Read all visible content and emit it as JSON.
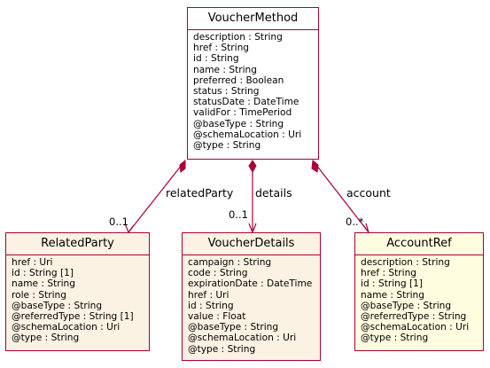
{
  "classes": {
    "voucher_method": {
      "name": "VoucherMethod",
      "attributes": [
        "description : String",
        "href : String",
        "id : String",
        "name : String",
        "preferred : Boolean",
        "status : String",
        "statusDate : DateTime",
        "validFor : TimePeriod",
        "@baseType : String",
        "@schemaLocation : Uri",
        "@type : String"
      ],
      "fill": "#ffffff"
    },
    "related_party": {
      "name": "RelatedParty",
      "attributes": [
        "href : Uri",
        "id : String [1]",
        "name : String",
        "role : String",
        "@baseType : String",
        "@referredType : String [1]",
        "@schemaLocation : Uri",
        "@type : String"
      ],
      "fill": "#fcf2e3"
    },
    "voucher_details": {
      "name": "VoucherDetails",
      "attributes": [
        "campaign : String",
        "code : String",
        "expirationDate : DateTime",
        "href : Uri",
        "id : String",
        "value : Float",
        "@baseType : String",
        "@schemaLocation : Uri",
        "@type : String"
      ],
      "fill": "#fcf2e3"
    },
    "account_ref": {
      "name": "AccountRef",
      "attributes": [
        "description : String",
        "href : String",
        "id : String [1]",
        "name : String",
        "@baseType : String",
        "@referredType : String",
        "@schemaLocation : Uri",
        "@type : String"
      ],
      "fill": "#fffde0"
    }
  },
  "associations": [
    {
      "label": "relatedParty",
      "multiplicity": "0..1",
      "kind": "composition"
    },
    {
      "label": "details",
      "multiplicity": "0..1",
      "kind": "composition"
    },
    {
      "label": "account",
      "multiplicity": "0..*",
      "kind": "composition"
    }
  ],
  "colors": {
    "border": "#a80036"
  }
}
